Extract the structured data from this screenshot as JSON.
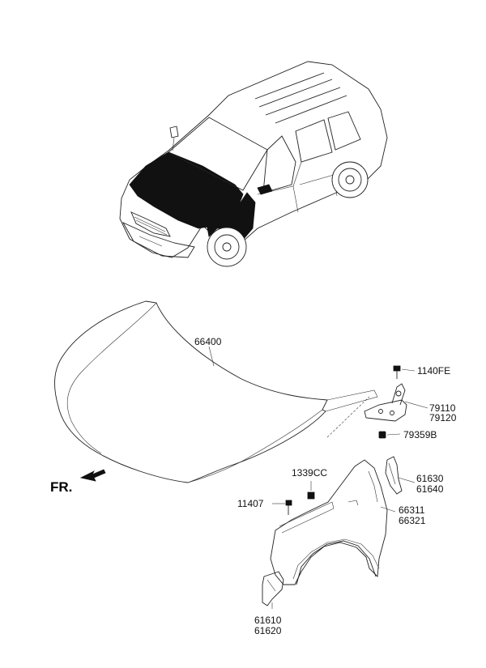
{
  "parts": {
    "hood": "66400",
    "hood_bolt": "1140FE",
    "hinge_upper": "79110",
    "hinge_lower": "79120",
    "hinge_nut": "79359B",
    "clip": "1339CC",
    "fender_bolt": "11407",
    "fender_trim_upper": "61630",
    "fender_trim_lower": "61640",
    "fender_upper": "66311",
    "fender_lower": "66321",
    "bracket_upper": "61610",
    "bracket_lower": "61620"
  },
  "orientation_label": "FR."
}
